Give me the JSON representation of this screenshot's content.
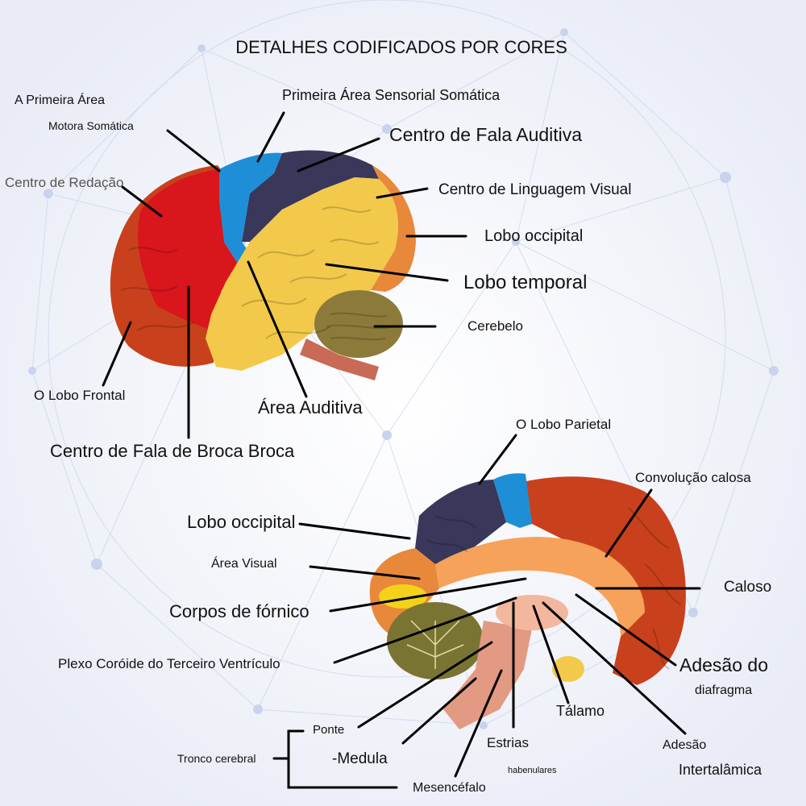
{
  "title": "DETALHES CODIFICADOS POR CORES",
  "lateral_view": {
    "primeira_area_line1": "A Primeira Área",
    "primeira_area_line2": "Motora Somática",
    "sensorial": "Primeira Área Sensorial Somática",
    "fala_auditiva": "Centro de Fala Auditiva",
    "redacao": "Centro de Redação",
    "linguagem_visual": "Centro de Linguagem Visual",
    "lobo_occipital": "Lobo occipital",
    "lobo_temporal": "Lobo temporal",
    "cerebelo": "Cerebelo",
    "lobo_frontal": "O Lobo Frontal",
    "area_auditiva": "Área Auditiva",
    "broca": "Centro de Fala de Broca Broca"
  },
  "medial_view": {
    "lobo_parietal": "O Lobo Parietal",
    "convolucao": "Convolução calosa",
    "lobo_occipital": "Lobo occipital",
    "area_visual": "Área Visual",
    "caloso": "Caloso",
    "fornico": "Corpos de fórnico",
    "plexo": "Plexo Coróide do Terceiro Ventrículo",
    "adesao_do": "Adesão do",
    "diafragma": "diafragma",
    "ponte": "Ponte",
    "talamo": "Tálamo",
    "tronco": "Tronco cerebral",
    "medula": "-Medula",
    "estrias": "Estrias",
    "habenulares": "habenulares",
    "adesao": "Adesão",
    "intertalamica": "Intertalâmica",
    "mesencefalo": "Mesencéfalo"
  },
  "colors": {
    "frontal": "#c8411c",
    "motor": "#d8161c",
    "somatosensory": "#1e8fd6",
    "parietal": "#39375a",
    "temporal": "#f2c94a",
    "occipital": "#e8883a",
    "cerebellum": "#8c7a3a",
    "brainstem": "#c86a55",
    "callosum": "#f6a25a",
    "visual_area": "#f4d21a"
  }
}
